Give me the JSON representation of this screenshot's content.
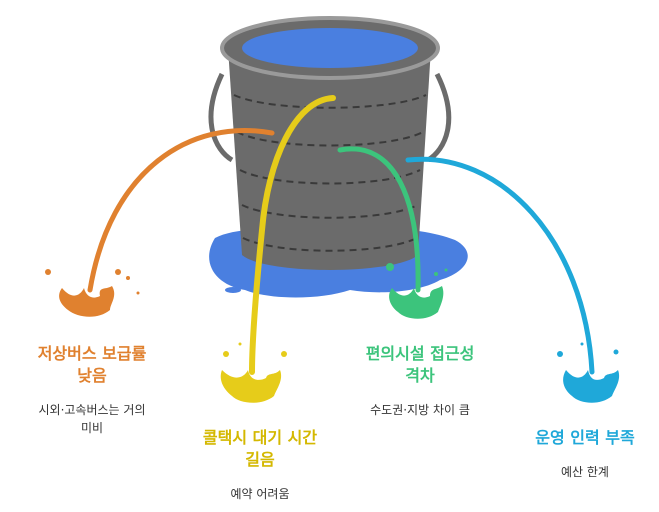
{
  "colors": {
    "orange": "#E0812F",
    "yellow": "#E6CC1A",
    "green": "#3CC47C",
    "blue": "#1FA8D9",
    "bucket": "#6B6B6B",
    "bucket_rim": "#8A8A8A",
    "water": "#4A7FE0"
  },
  "leaks": [
    {
      "title_line1": "저상버스 보급률",
      "title_line2": "낮음",
      "desc_line1": "시외·고속버스는 거의",
      "desc_line2": "미비",
      "color": "#E0812F"
    },
    {
      "title_line1": "콜택시 대기 시간",
      "title_line2": "길음",
      "desc_line1": "예약 어려움",
      "desc_line2": "",
      "color": "#E6CC1A"
    },
    {
      "title_line1": "편의시설 접근성",
      "title_line2": "격차",
      "desc_line1": "수도권·지방 차이 큼",
      "desc_line2": "",
      "color": "#3CC47C"
    },
    {
      "title_line1": "운영 인력 부족",
      "title_line2": "",
      "desc_line1": "예산 한계",
      "desc_line2": "",
      "color": "#1FA8D9"
    }
  ]
}
